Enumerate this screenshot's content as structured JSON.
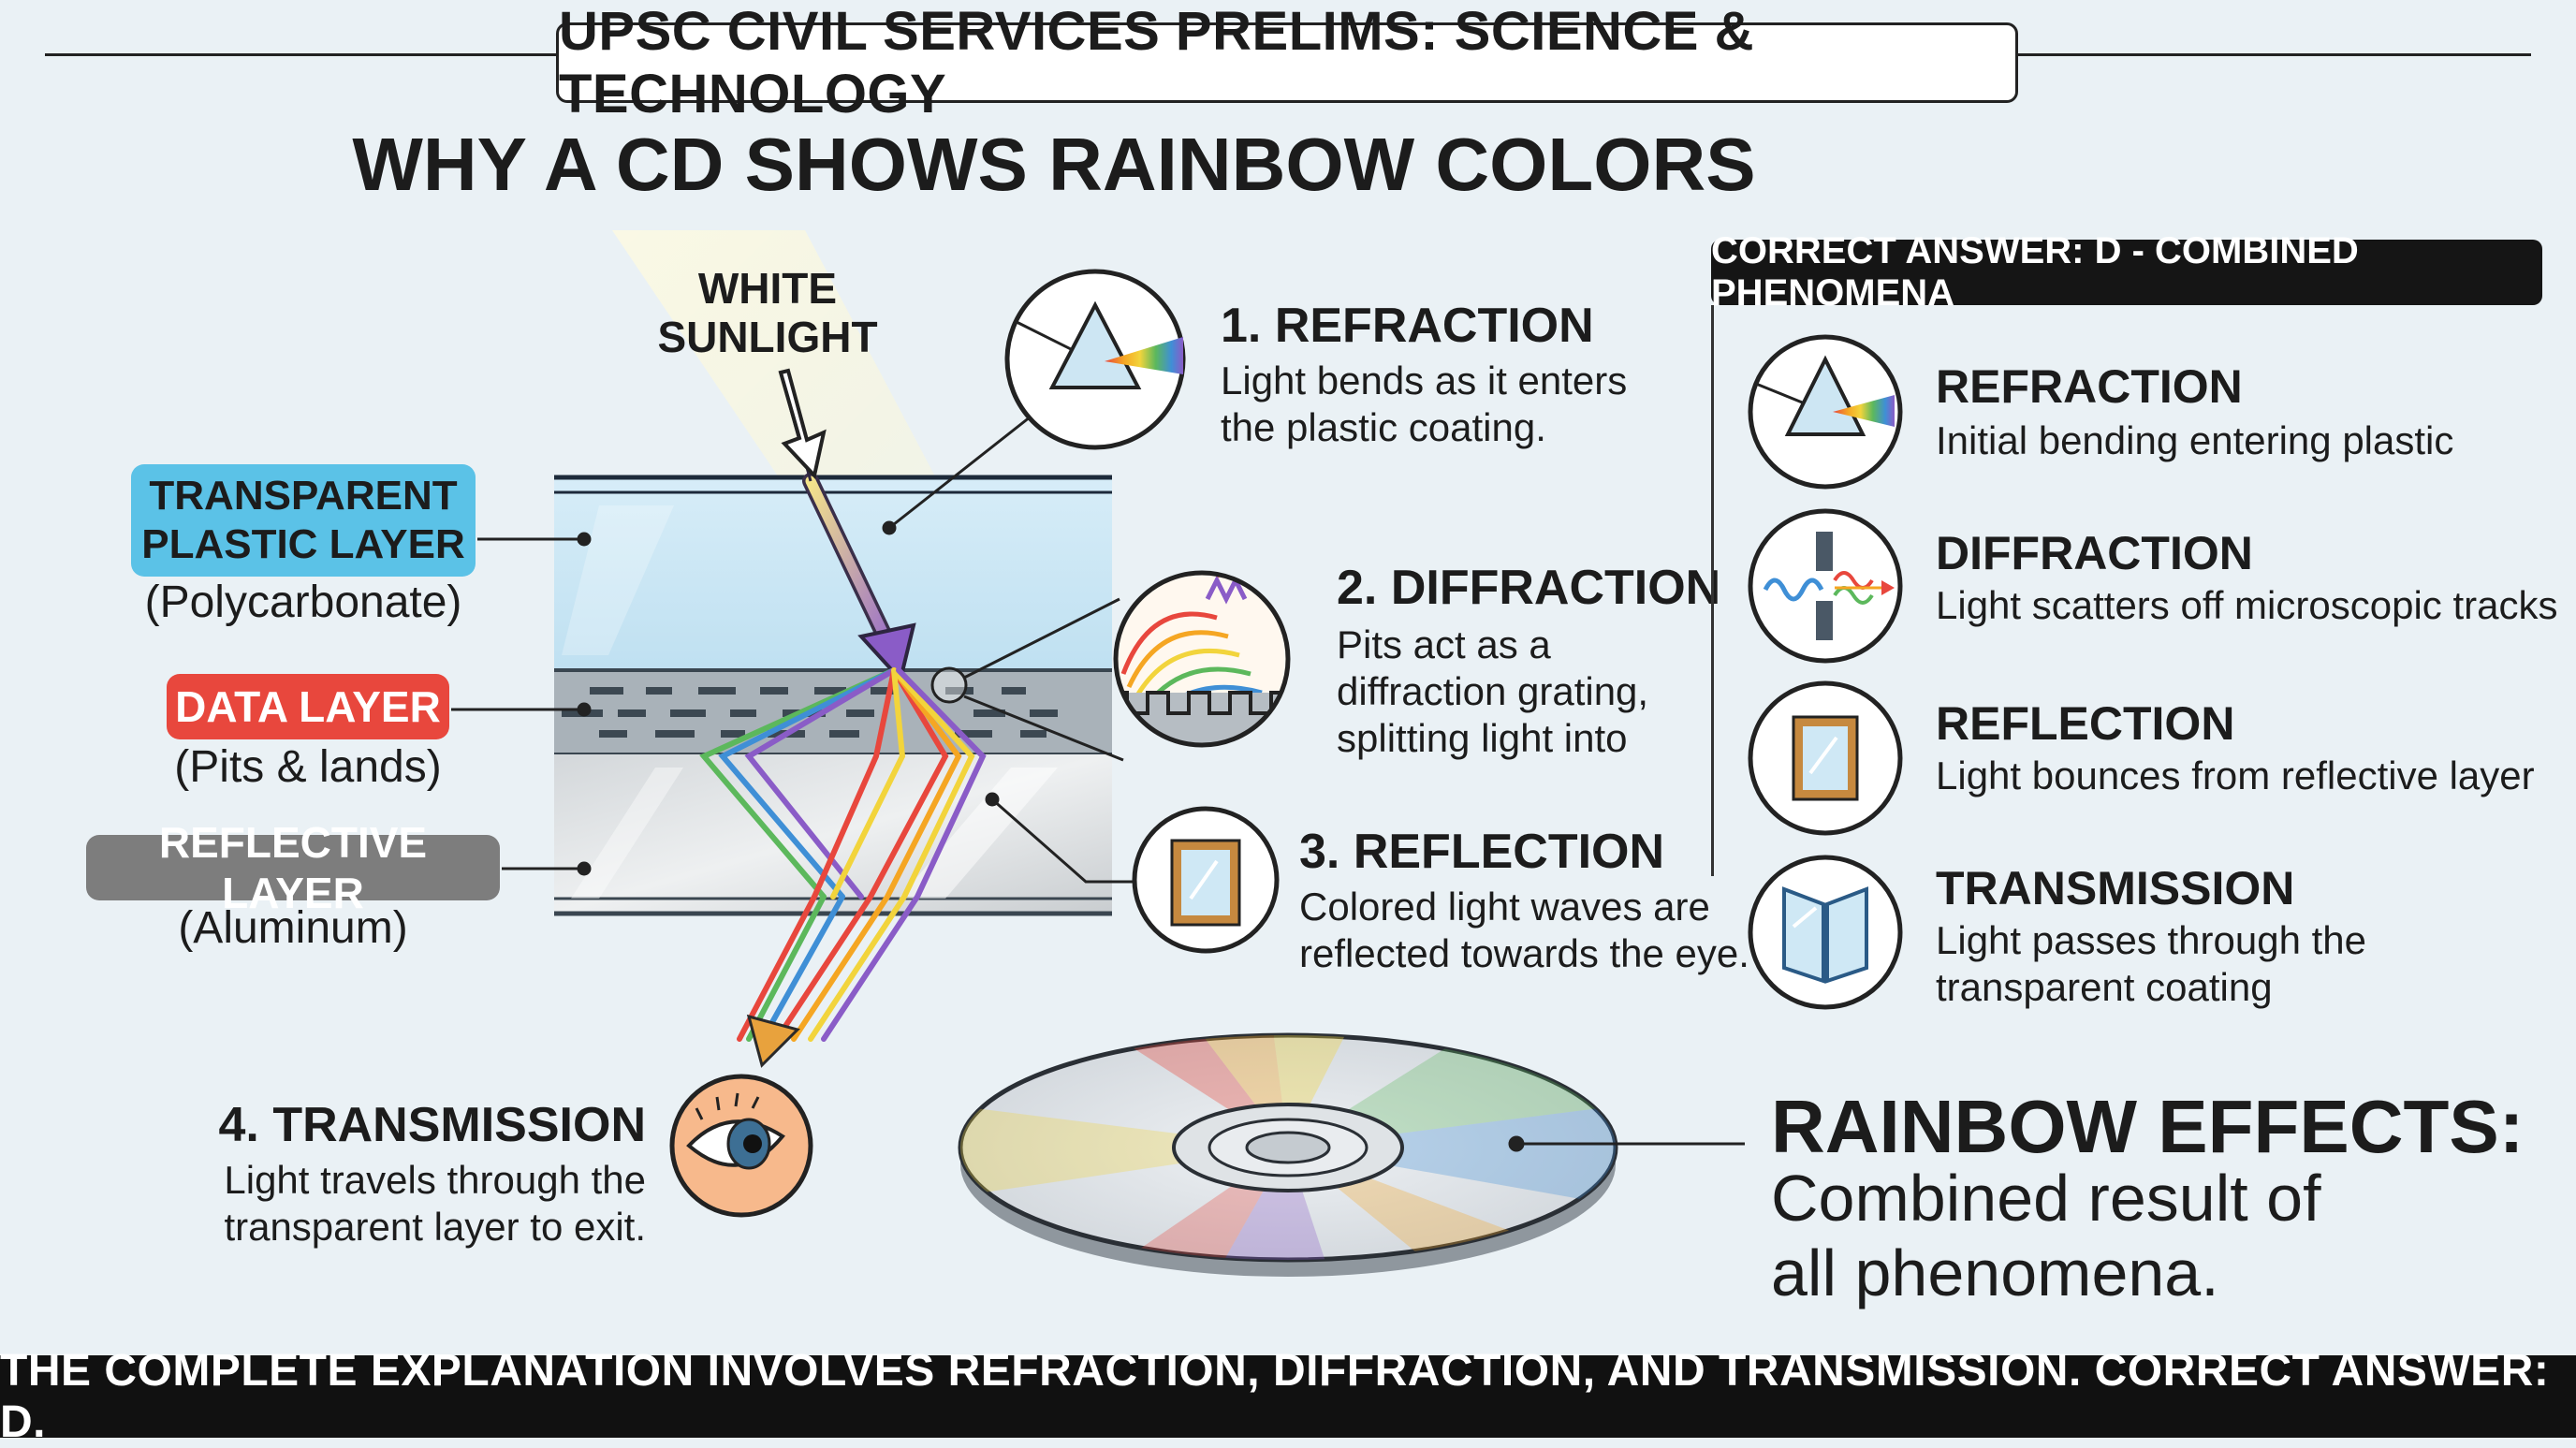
{
  "header": {
    "exam_title": "UPSC CIVIL SERVICES PRELIMS: SCIENCE & TECHNOLOGY",
    "main_title": "WHY A CD SHOWS RAINBOW COLORS"
  },
  "light_label": [
    "WHITE",
    "SUNLIGHT"
  ],
  "layers": [
    {
      "name_lines": [
        "TRANSPARENT",
        "PLASTIC LAYER"
      ],
      "material": "(Polycarbonate)",
      "color": "#5bc2e7"
    },
    {
      "name_lines": [
        "DATA LAYER"
      ],
      "material": "(Pits & lands)",
      "color": "#e8473d"
    },
    {
      "name_lines": [
        "REFLECTIVE LAYER"
      ],
      "material": "(Aluminum)",
      "color": "#7d7d7d"
    }
  ],
  "steps": [
    {
      "title": "1. REFRACTION",
      "desc": [
        "Light bends as it enters",
        "the plastic coating."
      ]
    },
    {
      "title": "2. DIFFRACTION",
      "desc": [
        "Pits act as a",
        "diffraction grating,",
        "splitting light into"
      ]
    },
    {
      "title": "3. REFLECTION",
      "desc": [
        "Colored light waves are",
        "reflected towards the eye."
      ]
    },
    {
      "title": "4. TRANSMISSION",
      "desc": [
        "Light travels through the",
        "transparent layer to exit."
      ]
    }
  ],
  "answer_panel": {
    "header": "CORRECT ANSWER: D - COMBINED PHENOMENA",
    "items": [
      {
        "title": "REFRACTION",
        "desc": [
          "Initial bending entering plastic"
        ],
        "icon": "prism-icon"
      },
      {
        "title": "DIFFRACTION",
        "desc": [
          "Light scatters off microscopic tracks"
        ],
        "icon": "diffraction-icon"
      },
      {
        "title": "REFLECTION",
        "desc": [
          "Light bounces from reflective layer"
        ],
        "icon": "mirror-icon"
      },
      {
        "title": "TRANSMISSION",
        "desc": [
          "Light passes through the",
          "transparent coating"
        ],
        "icon": "window-icon"
      }
    ]
  },
  "rainbow": {
    "title": "RAINBOW EFFECTS:",
    "desc": [
      "Combined result of",
      "all phenomena."
    ]
  },
  "footer": "THE COMPLETE EXPLANATION INVOLVES REFRACTION, DIFFRACTION, AND TRANSMISSION. CORRECT ANSWER: D.",
  "colors": {
    "background": "#eaf1f5",
    "plastic": "#5bc2e7",
    "data": "#e8473d",
    "reflective": "#7d7d7d",
    "eye_circle": "#f7b98c",
    "spectrum": [
      "#e8473d",
      "#f5a623",
      "#f2d43c",
      "#5cb85c",
      "#3f8fd6",
      "#8a5cc7"
    ]
  }
}
